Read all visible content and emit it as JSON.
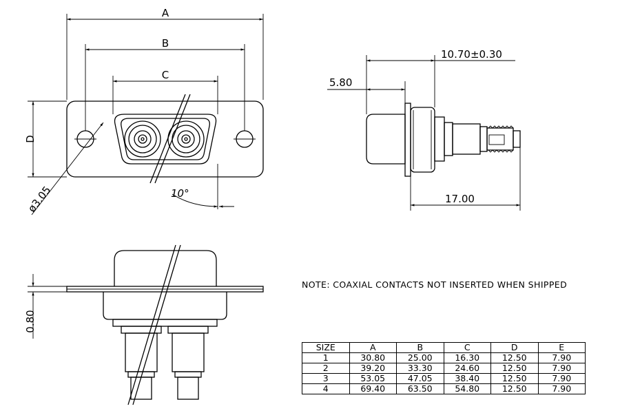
{
  "front_view": {
    "dim_a": "A",
    "dim_b": "B",
    "dim_c": "C",
    "dim_d": "D",
    "hole_dia": "ø3.05",
    "angle": "10°"
  },
  "side_view": {
    "dim_overall": "10.70±0.30",
    "dim_flange": "5.80",
    "dim_contact": "17.00"
  },
  "bottom_view": {
    "dim_thickness": "0.80"
  },
  "note": "NOTE: COAXIAL CONTACTS NOT INSERTED WHEN SHIPPED",
  "table": {
    "headers": [
      "SIZE",
      "A",
      "B",
      "C",
      "D",
      "E"
    ],
    "rows": [
      [
        "1",
        "30.80",
        "25.00",
        "16.30",
        "12.50",
        "7.90"
      ],
      [
        "2",
        "39.20",
        "33.30",
        "24.60",
        "12.50",
        "7.90"
      ],
      [
        "3",
        "53.05",
        "47.05",
        "38.40",
        "12.50",
        "7.90"
      ],
      [
        "4",
        "69.40",
        "63.50",
        "54.80",
        "12.50",
        "7.90"
      ]
    ]
  }
}
